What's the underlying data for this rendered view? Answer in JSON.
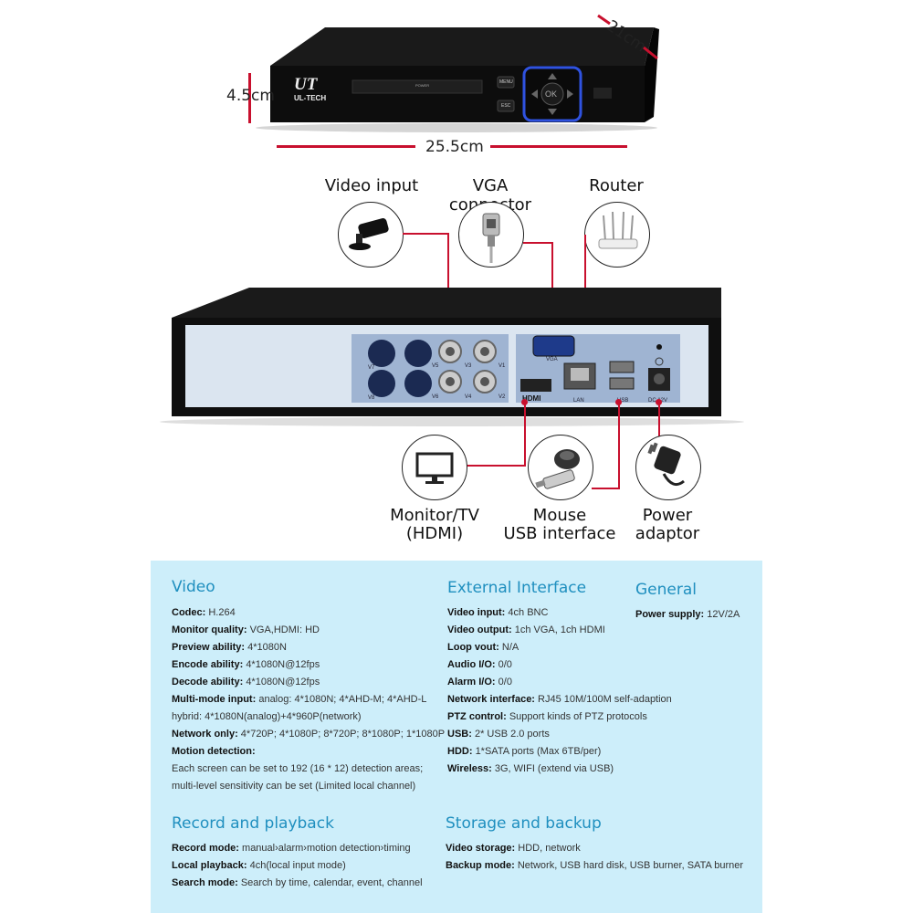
{
  "dimensions": {
    "depth": "21cm",
    "height": "4.5cm",
    "width": "25.5cm"
  },
  "front_panel": {
    "brand_logo": "UT",
    "brand_name": "UL-TECH",
    "power_label": "POWER",
    "menu_label": "MENU",
    "esc_label": "ESC",
    "ok_label": "OK"
  },
  "top_callouts": {
    "video_input": "Video input",
    "vga_connector": "VGA connector",
    "router": "Router"
  },
  "rear_panel": {
    "bnc_labels": [
      "V7",
      "V5",
      "V3",
      "V1",
      "V8",
      "V6",
      "V4",
      "V2"
    ],
    "vga": "VGA",
    "hdmi": "HDMI",
    "lan": "LAN",
    "usb": "USB",
    "dc": "DC 12V"
  },
  "bottom_callouts": {
    "monitor_line1": "Monitor/TV",
    "monitor_line2": "(HDMI)",
    "mouse_line1": "Mouse",
    "mouse_line2": "USB interface",
    "power_line1": "Power",
    "power_line2": "adaptor"
  },
  "specs": {
    "video": {
      "title": "Video",
      "rows": [
        {
          "k": "Codec:",
          "v": "H.264"
        },
        {
          "k": "Monitor quality:",
          "v": "VGA,HDMI: HD"
        },
        {
          "k": "Preview ability:",
          "v": "4*1080N"
        },
        {
          "k": "Encode ability:",
          "v": "4*1080N@12fps"
        },
        {
          "k": "Decode ability:",
          "v": "4*1080N@12fps"
        },
        {
          "k": "Multi-mode input:",
          "v": "analog: 4*1080N; 4*AHD-M; 4*AHD-L"
        },
        {
          "k": "",
          "v": "hybrid: 4*1080N(analog)+4*960P(network)"
        },
        {
          "k": "Network only:",
          "v": "4*720P; 4*1080P; 8*720P; 8*1080P; 1*1080P"
        },
        {
          "k": "Motion detection:",
          "v": ""
        },
        {
          "k": "",
          "v": "Each screen can be set to 192 (16 * 12) detection areas;"
        },
        {
          "k": "",
          "v": "multi-level sensitivity can be set (Limited local channel)"
        }
      ]
    },
    "external": {
      "title": "External Interface",
      "rows": [
        {
          "k": "Video input:",
          "v": "4ch BNC"
        },
        {
          "k": "Video output:",
          "v": "1ch VGA, 1ch HDMI"
        },
        {
          "k": "Loop vout:",
          "v": "N/A"
        },
        {
          "k": "Audio I/O:",
          "v": "0/0"
        },
        {
          "k": "Alarm I/O:",
          "v": "0/0"
        },
        {
          "k": "Network interface:",
          "v": "RJ45 10M/100M self-adaption"
        },
        {
          "k": "PTZ control:",
          "v": "Support kinds of PTZ protocols"
        },
        {
          "k": "USB:",
          "v": "2* USB 2.0 ports"
        },
        {
          "k": "HDD:",
          "v": "1*SATA ports (Max 6TB/per)"
        },
        {
          "k": "Wireless:",
          "v": "3G, WIFI (extend via USB)"
        }
      ]
    },
    "general": {
      "title": "General",
      "rows": [
        {
          "k": "Power supply:",
          "v": "12V/2A"
        }
      ]
    },
    "record": {
      "title": "Record and playback",
      "rows": [
        {
          "k": "Record mode:",
          "v": "manual›alarm›motion detection›timing"
        },
        {
          "k": "Local playback:",
          "v": "4ch(local input mode)"
        },
        {
          "k": "Search mode:",
          "v": "Search by time, calendar, event, channel"
        }
      ]
    },
    "storage": {
      "title": "Storage and backup",
      "rows": [
        {
          "k": "Video storage:",
          "v": "HDD, network"
        },
        {
          "k": "Backup mode:",
          "v": "Network, USB hard disk, USB burner, SATA burner"
        }
      ]
    }
  }
}
